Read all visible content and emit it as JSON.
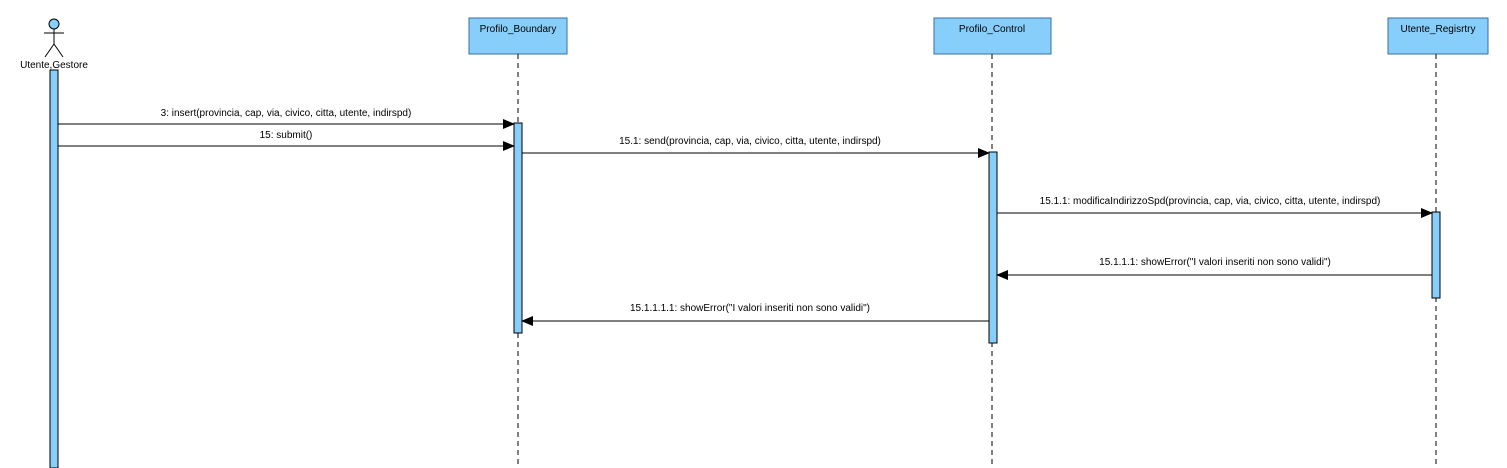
{
  "actor": {
    "name": "Utente,Gestore"
  },
  "lifelines": [
    {
      "id": "boundary",
      "name": "Profilo_Boundary"
    },
    {
      "id": "control",
      "name": "Profilo_Control"
    },
    {
      "id": "registry",
      "name": "Utente_Regisrtry"
    }
  ],
  "messages": [
    {
      "id": "m1",
      "label": "3: insert(provincia, cap, via, civico, citta, utente, indirspd)",
      "kind": "call"
    },
    {
      "id": "m2",
      "label": "15: submit()",
      "kind": "call"
    },
    {
      "id": "m3",
      "label": "15.1: send(provincia, cap, via, civico, citta, utente, indirspd)",
      "kind": "call"
    },
    {
      "id": "m4",
      "label": "15.1.1: modificaIndirizzoSpd(provincia, cap, via, civico, citta, utente, indirspd)",
      "kind": "call"
    },
    {
      "id": "m5",
      "label": "15.1.1.1: showError(\"I valori inseriti non sono validi\")",
      "kind": "return"
    },
    {
      "id": "m6",
      "label": "15.1.1.1.1: showError(\"I valori inseriti non sono validi\")",
      "kind": "return"
    }
  ],
  "colors": {
    "box_fill": "#87cefa",
    "box_stroke": "#3a6ea5",
    "activation_fill": "#87cefa",
    "line": "#000000",
    "actor_head": "#87cefa"
  }
}
